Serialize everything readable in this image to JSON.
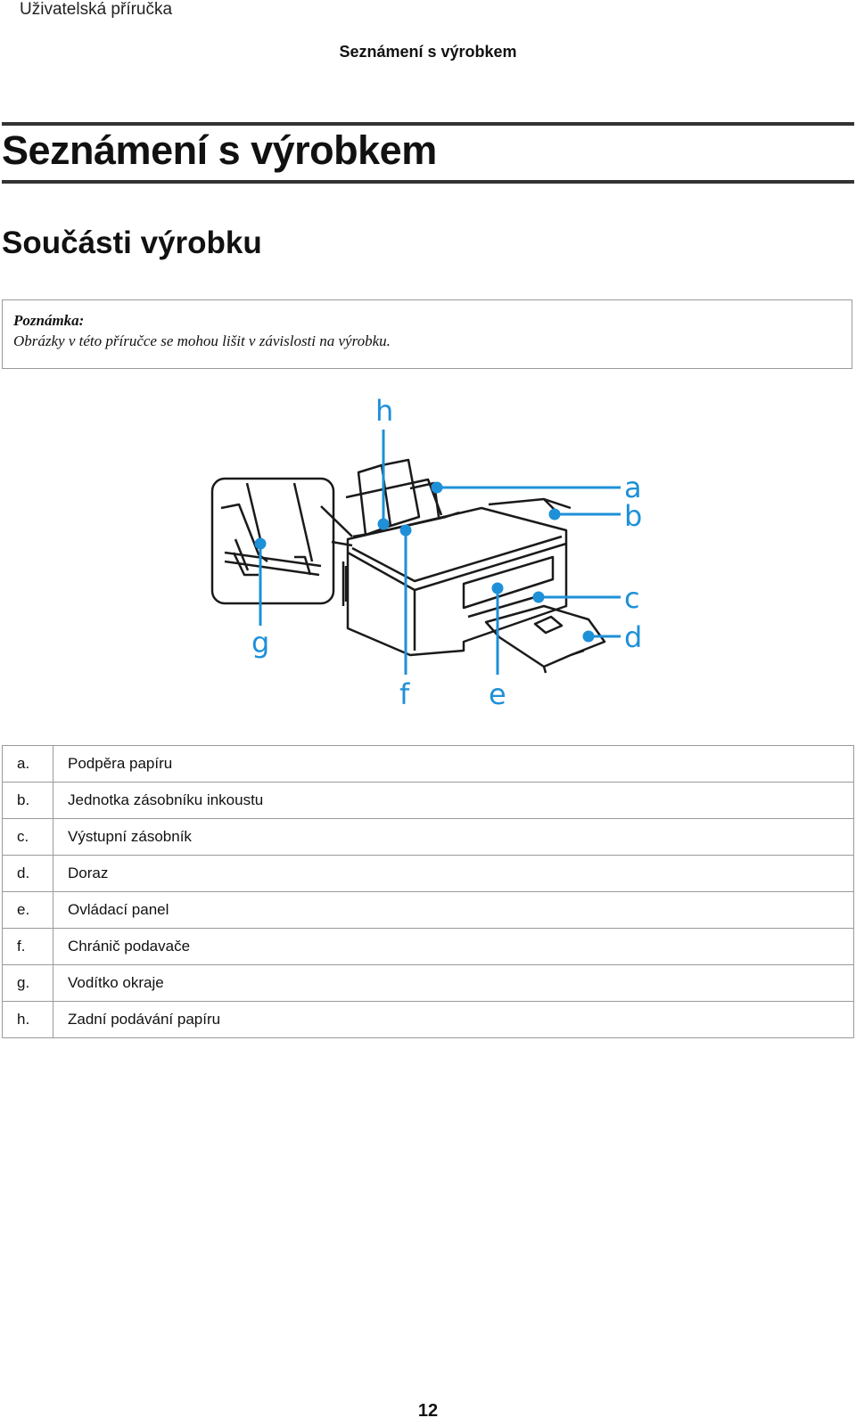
{
  "running_header": "Uživatelská příručka",
  "section_header": "Seznámení s výrobkem",
  "chapter_title": "Seznámení s výrobkem",
  "subsection_title": "Součásti výrobku",
  "note": {
    "title": "Poznámka:",
    "text": "Obrázky v této příručce se mohou lišit v závislosti na výrobku."
  },
  "figure": {
    "callout_color": "#1e90d8",
    "callouts": [
      "h",
      "a",
      "b",
      "c",
      "d",
      "g",
      "f",
      "e"
    ]
  },
  "parts": [
    {
      "letter": "a.",
      "name": "Podpěra papíru"
    },
    {
      "letter": "b.",
      "name": "Jednotka zásobníku inkoustu"
    },
    {
      "letter": "c.",
      "name": "Výstupní zásobník"
    },
    {
      "letter": "d.",
      "name": "Doraz"
    },
    {
      "letter": "e.",
      "name": "Ovládací panel"
    },
    {
      "letter": "f.",
      "name": "Chránič podavače"
    },
    {
      "letter": "g.",
      "name": "Vodítko okraje"
    },
    {
      "letter": "h.",
      "name": "Zadní podávání papíru"
    }
  ],
  "page_number": "12"
}
